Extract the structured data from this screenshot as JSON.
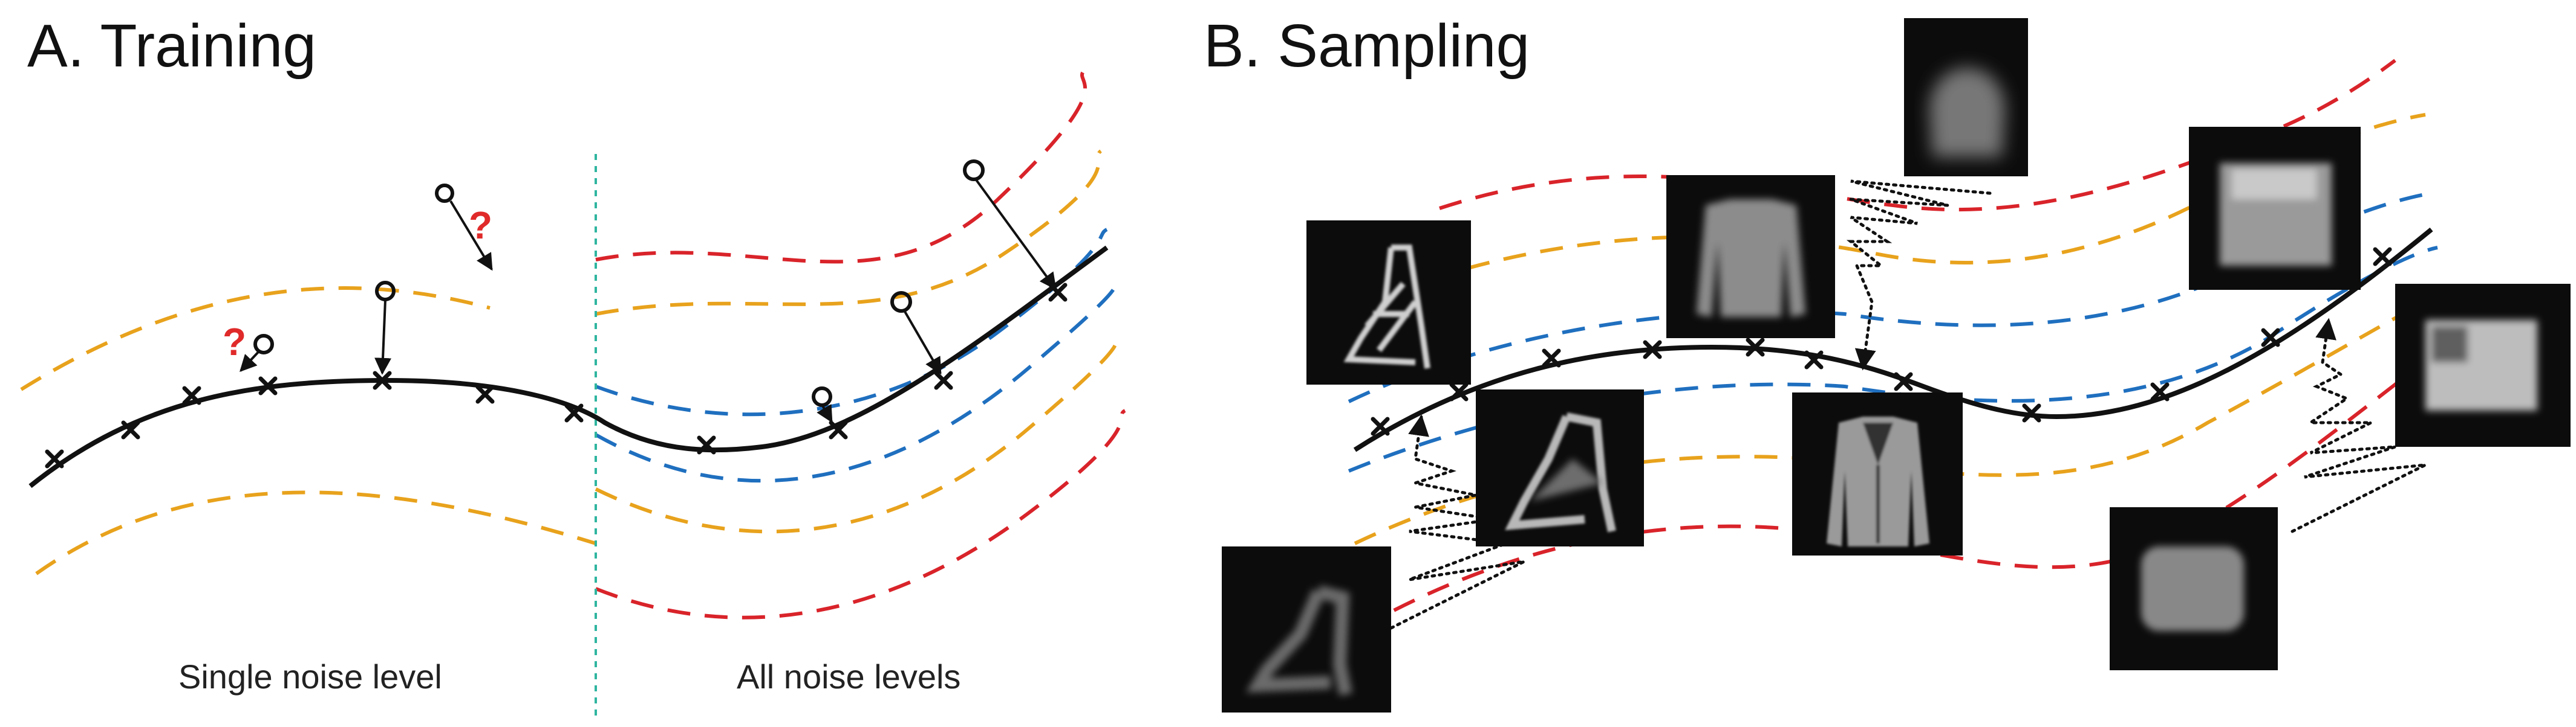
{
  "panels": {
    "training": {
      "title": "A. Training",
      "label_left": "Single noise level",
      "label_right": "All noise levels",
      "question_mark": "?"
    },
    "sampling": {
      "title": "B. Sampling"
    }
  },
  "colors": {
    "manifold": "#111111",
    "noise_low": "#1f6fbf",
    "noise_mid": "#e8a21c",
    "noise_high": "#d9232a",
    "question": "#e02a2a",
    "divider": "#2fb5a0",
    "thumb_bg": "#0c0c0c"
  },
  "thumbnails": [
    {
      "name": "thumbnail-ankle-boot-clean"
    },
    {
      "name": "thumbnail-sweater-blurry"
    },
    {
      "name": "thumbnail-sweater-refined"
    },
    {
      "name": "thumbnail-bag-blurry"
    },
    {
      "name": "thumbnail-bag-medium"
    },
    {
      "name": "thumbnail-heel-refined"
    },
    {
      "name": "thumbnail-jacket-clean"
    },
    {
      "name": "thumbnail-bag-clean"
    },
    {
      "name": "thumbnail-heel-blurry"
    }
  ]
}
